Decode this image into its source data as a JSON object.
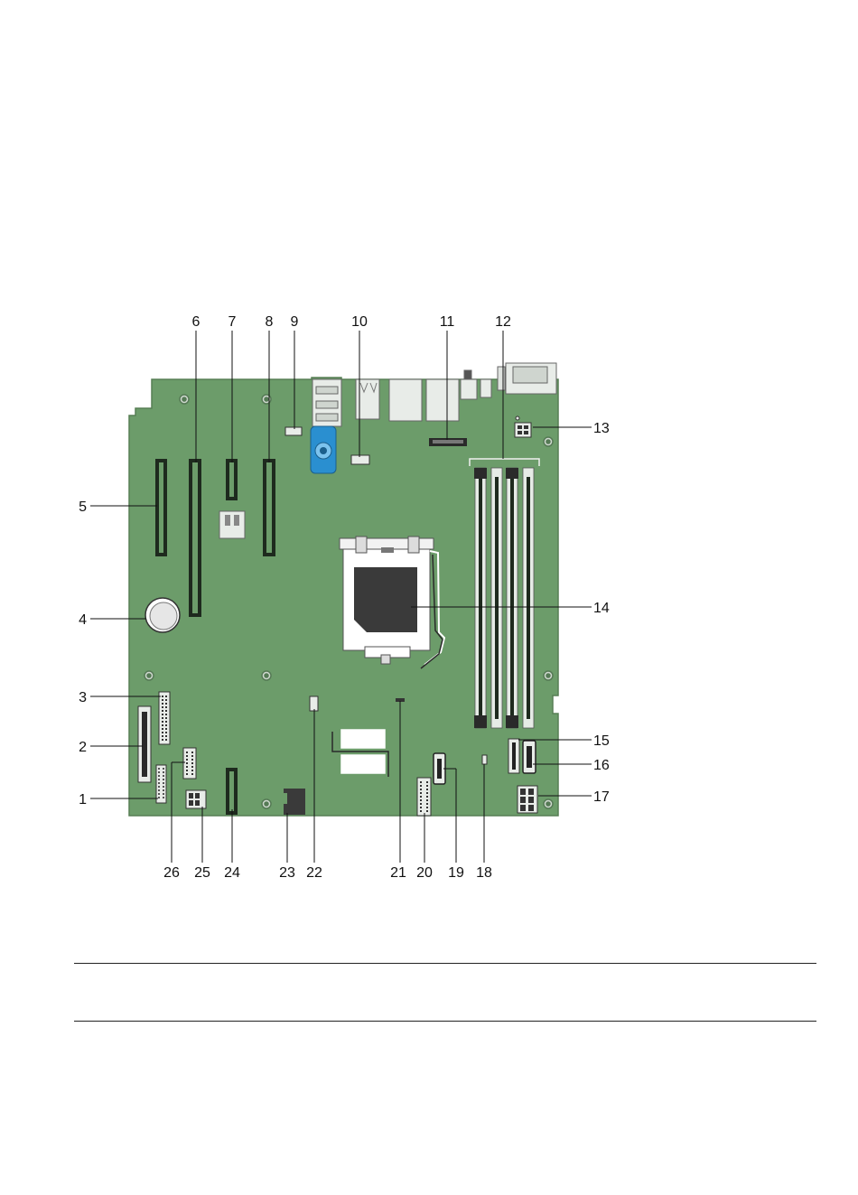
{
  "callouts": {
    "c1": "1",
    "c2": "2",
    "c3": "3",
    "c4": "4",
    "c5": "5",
    "c6": "6",
    "c7": "7",
    "c8": "8",
    "c9": "9",
    "c10": "10",
    "c11": "11",
    "c12": "12",
    "c13": "13",
    "c14": "14",
    "c15": "15",
    "c16": "16",
    "c17": "17",
    "c18": "18",
    "c19": "19",
    "c20": "20",
    "c21": "21",
    "c22": "22",
    "c23": "23",
    "c24": "24",
    "c25": "25",
    "c26": "26"
  },
  "colors": {
    "board": "#6c9c6a",
    "board_edge": "#5a8858",
    "slot": "#1e2a1e",
    "dimm": "#e6ebe6",
    "cpu": "#3a3a3a",
    "blue_lever": "#2a8fd0",
    "leader": "#111111"
  }
}
